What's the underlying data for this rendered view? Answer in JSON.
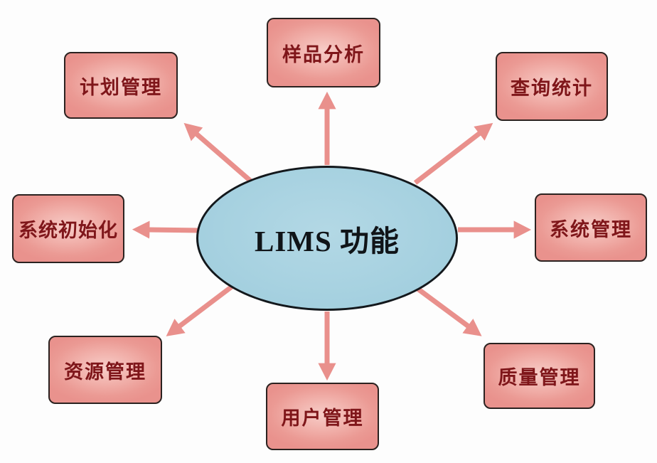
{
  "diagram": {
    "title": "LIMS functions overview diagram",
    "center": {
      "id": "lims",
      "label": "LIMS 功能"
    },
    "nodes": [
      {
        "id": "plan",
        "label": "计划管理"
      },
      {
        "id": "sample",
        "label": "样品分析"
      },
      {
        "id": "query",
        "label": "查询统计"
      },
      {
        "id": "init",
        "label": "系统初始化"
      },
      {
        "id": "sysmgmt",
        "label": "系统管理"
      },
      {
        "id": "resource",
        "label": "资源管理"
      },
      {
        "id": "user",
        "label": "用户管理"
      },
      {
        "id": "quality",
        "label": "质量管理"
      }
    ],
    "connections": [
      {
        "from": "lims",
        "to": "plan"
      },
      {
        "from": "lims",
        "to": "sample"
      },
      {
        "from": "lims",
        "to": "query"
      },
      {
        "from": "lims",
        "to": "init"
      },
      {
        "from": "lims",
        "to": "sysmgmt"
      },
      {
        "from": "lims",
        "to": "resource"
      },
      {
        "from": "lims",
        "to": "user"
      },
      {
        "from": "lims",
        "to": "quality"
      }
    ],
    "colors": {
      "background": "#fdfdfd",
      "node_fill": "#eb9a94",
      "node_fill_highlight": "#f7cdc8",
      "node_border": "#2b2220",
      "node_text": "#7f161a",
      "hub_fill": "#a6d1e0",
      "hub_border": "#13181c",
      "hub_text": "#101418",
      "arrow": "#e9908c"
    }
  }
}
